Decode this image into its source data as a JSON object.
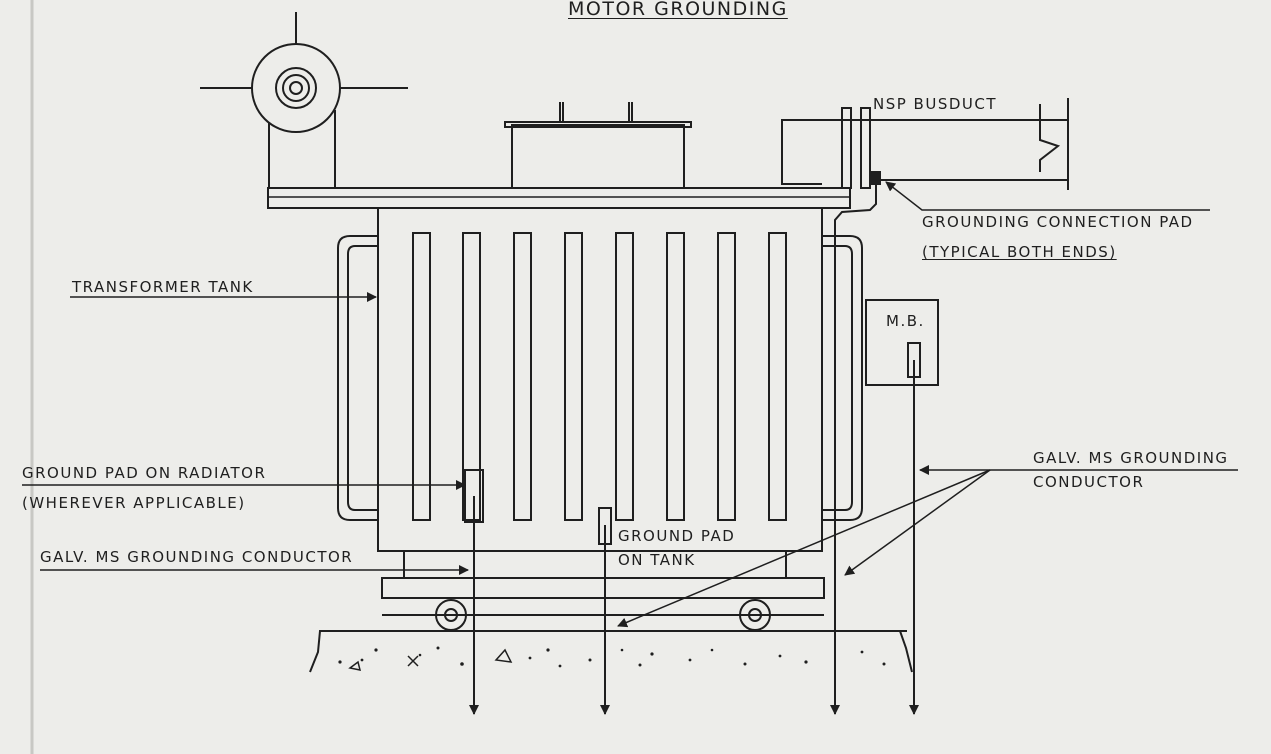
{
  "diagram": {
    "title": "MOTOR GROUNDING",
    "labels": {
      "nsp_busduct": "NSP BUSDUCT",
      "grounding_connection_pad": "GROUNDING CONNECTION PAD",
      "typical_both_ends": "(TYPICAL BOTH ENDS)",
      "transformer_tank": "TRANSFORMER TANK",
      "mb": "M.B.",
      "ground_pad_on_radiator": "GROUND PAD ON RADIATOR",
      "wherever_applicable": "(WHEREVER APPLICABLE)",
      "galv_ms_grounding_conductor_left": "GALV. MS GROUNDING CONDUCTOR",
      "ground_pad_on_tank_line1": "GROUND PAD",
      "ground_pad_on_tank_line2": "ON TANK",
      "galv_ms_grounding_right_line1": "GALV. MS GROUNDING",
      "galv_ms_grounding_right_line2": "CONDUCTOR"
    },
    "colors": {
      "ink": "#1f1f1f",
      "paper": "#ededea"
    }
  }
}
